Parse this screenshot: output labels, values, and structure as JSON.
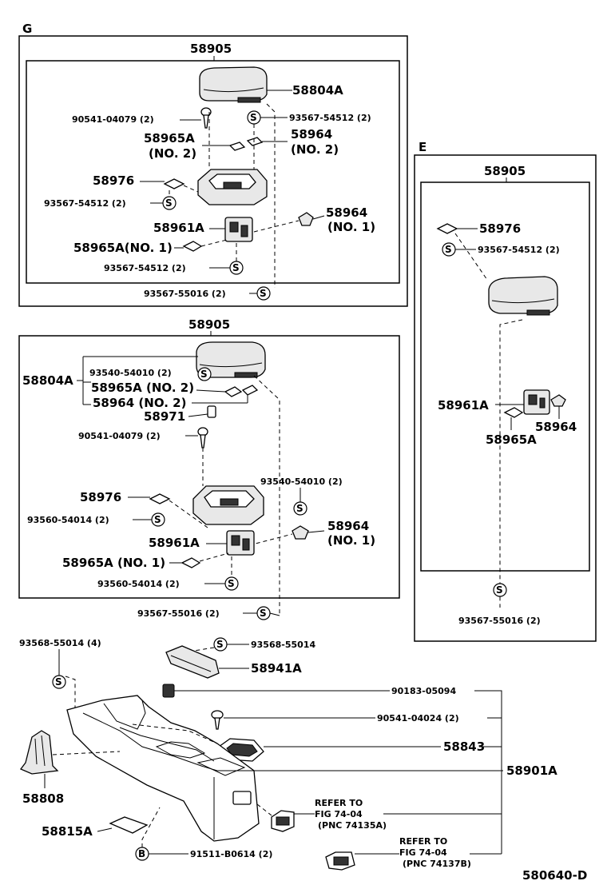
{
  "sections": {
    "g": "G",
    "e": "E"
  },
  "group_g": {
    "assy": "58905",
    "armrest": "58804A",
    "screw_a": "90541-04079 (2)",
    "clip_top": "93567-54512 (2)",
    "bracket_a": "58965A",
    "bracket_a_no": "(NO. 2)",
    "bracket_b": "58964",
    "bracket_b_no": "(NO. 2)",
    "plate": "58976",
    "clip_mid": "93567-54512 (2)",
    "lock": "58961A",
    "knob": "58964",
    "knob_no": "(NO. 1)",
    "bracket_c": "58965A(NO. 1)",
    "clip_low": "93567-54512 (2)",
    "clip_base": "93567-55016 (2)"
  },
  "group_mid": {
    "assy": "58905",
    "armrest": "58804A",
    "clip_a": "93540-54010 (2)",
    "bracket_a": "58965A (NO. 2)",
    "bracket_b": "58964 (NO. 2)",
    "cap": "58971",
    "screw_a": "90541-04079 (2)",
    "clip_b": "93540-54010 (2)",
    "plate": "58976",
    "clip_c": "93560-54014 (2)",
    "knob": "58964",
    "knob_no": "(NO. 1)",
    "lock": "58961A",
    "bracket_c": "58965A (NO. 1)",
    "clip_d": "93560-54014 (2)",
    "clip_base": "93567-55016 (2)"
  },
  "group_e": {
    "assy": "58905",
    "plate": "58976",
    "clip": "93567-54512 (2)",
    "lock": "58961A",
    "knob": "58964",
    "bracket": "58965A",
    "clip_base": "93567-55016 (2)"
  },
  "console": {
    "clip_a": "93568-55014 (4)",
    "clip_b": "93568-55014",
    "panel": "58941A",
    "clip_c": "90183-05094",
    "screw": "90541-04024 (2)",
    "bezel": "58843",
    "body": "58901A",
    "boot": "58808",
    "pad": "58815A",
    "bolt": "91511-B0614 (2)",
    "refer1_l1": "REFER TO",
    "refer1_l2": "FIG 74-04",
    "refer1_l3": "(PNC 74135A)",
    "refer2_l1": "REFER TO",
    "refer2_l2": "FIG 74-04",
    "refer2_l3": "(PNC 74137B)"
  },
  "symbols": {
    "s": "S",
    "b": "B"
  },
  "footer": {
    "code": "580640-D"
  }
}
